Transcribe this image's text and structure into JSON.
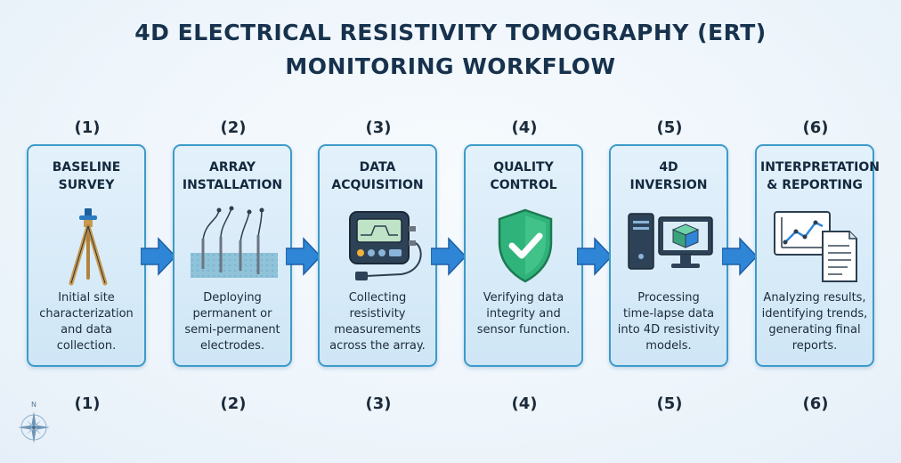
{
  "title": {
    "line1": "4D ELECTRICAL RESISTIVITY TOMOGRAPHY (ERT)",
    "line2": "MONITORING WORKFLOW"
  },
  "steps": [
    {
      "number": "(1)",
      "head1": "BASELINE",
      "head2": "SURVEY",
      "desc": [
        "Initial site",
        "characterization",
        "and data",
        "collection."
      ],
      "icon": "tripod-icon"
    },
    {
      "number": "(2)",
      "head1": "ARRAY",
      "head2": "INSTALLATION",
      "desc": [
        "Deploying",
        "permanent or",
        "semi-permanent",
        "electrodes."
      ],
      "icon": "electrodes-icon"
    },
    {
      "number": "(3)",
      "head1": "DATA",
      "head2": "ACQUISITION",
      "desc": [
        "Collecting",
        "resistivity",
        "measurements",
        "across the array."
      ],
      "icon": "resistivity-meter-icon"
    },
    {
      "number": "(4)",
      "head1": "QUALITY",
      "head2": "CONTROL",
      "desc": [
        "Verifying data",
        "integrity and",
        "sensor function."
      ],
      "icon": "shield-check-icon"
    },
    {
      "number": "(5)",
      "head1": "4D",
      "head2": "INVERSION",
      "desc": [
        "Processing",
        "time-lapse data",
        "into 4D resistivity",
        "models."
      ],
      "icon": "computer-cube-icon"
    },
    {
      "number": "(6)",
      "head1": "INTERPRETATION",
      "head2": "& REPORTING",
      "desc": [
        "Analyzing results,",
        "identifying trends,",
        "generating final",
        "reports."
      ],
      "icon": "chart-report-icon"
    }
  ],
  "compass_label": "N",
  "colors": {
    "title": "#17324d",
    "card_border": "#3d9bc9",
    "arrow": "#2f86d6",
    "shield": "#2fb37b"
  }
}
